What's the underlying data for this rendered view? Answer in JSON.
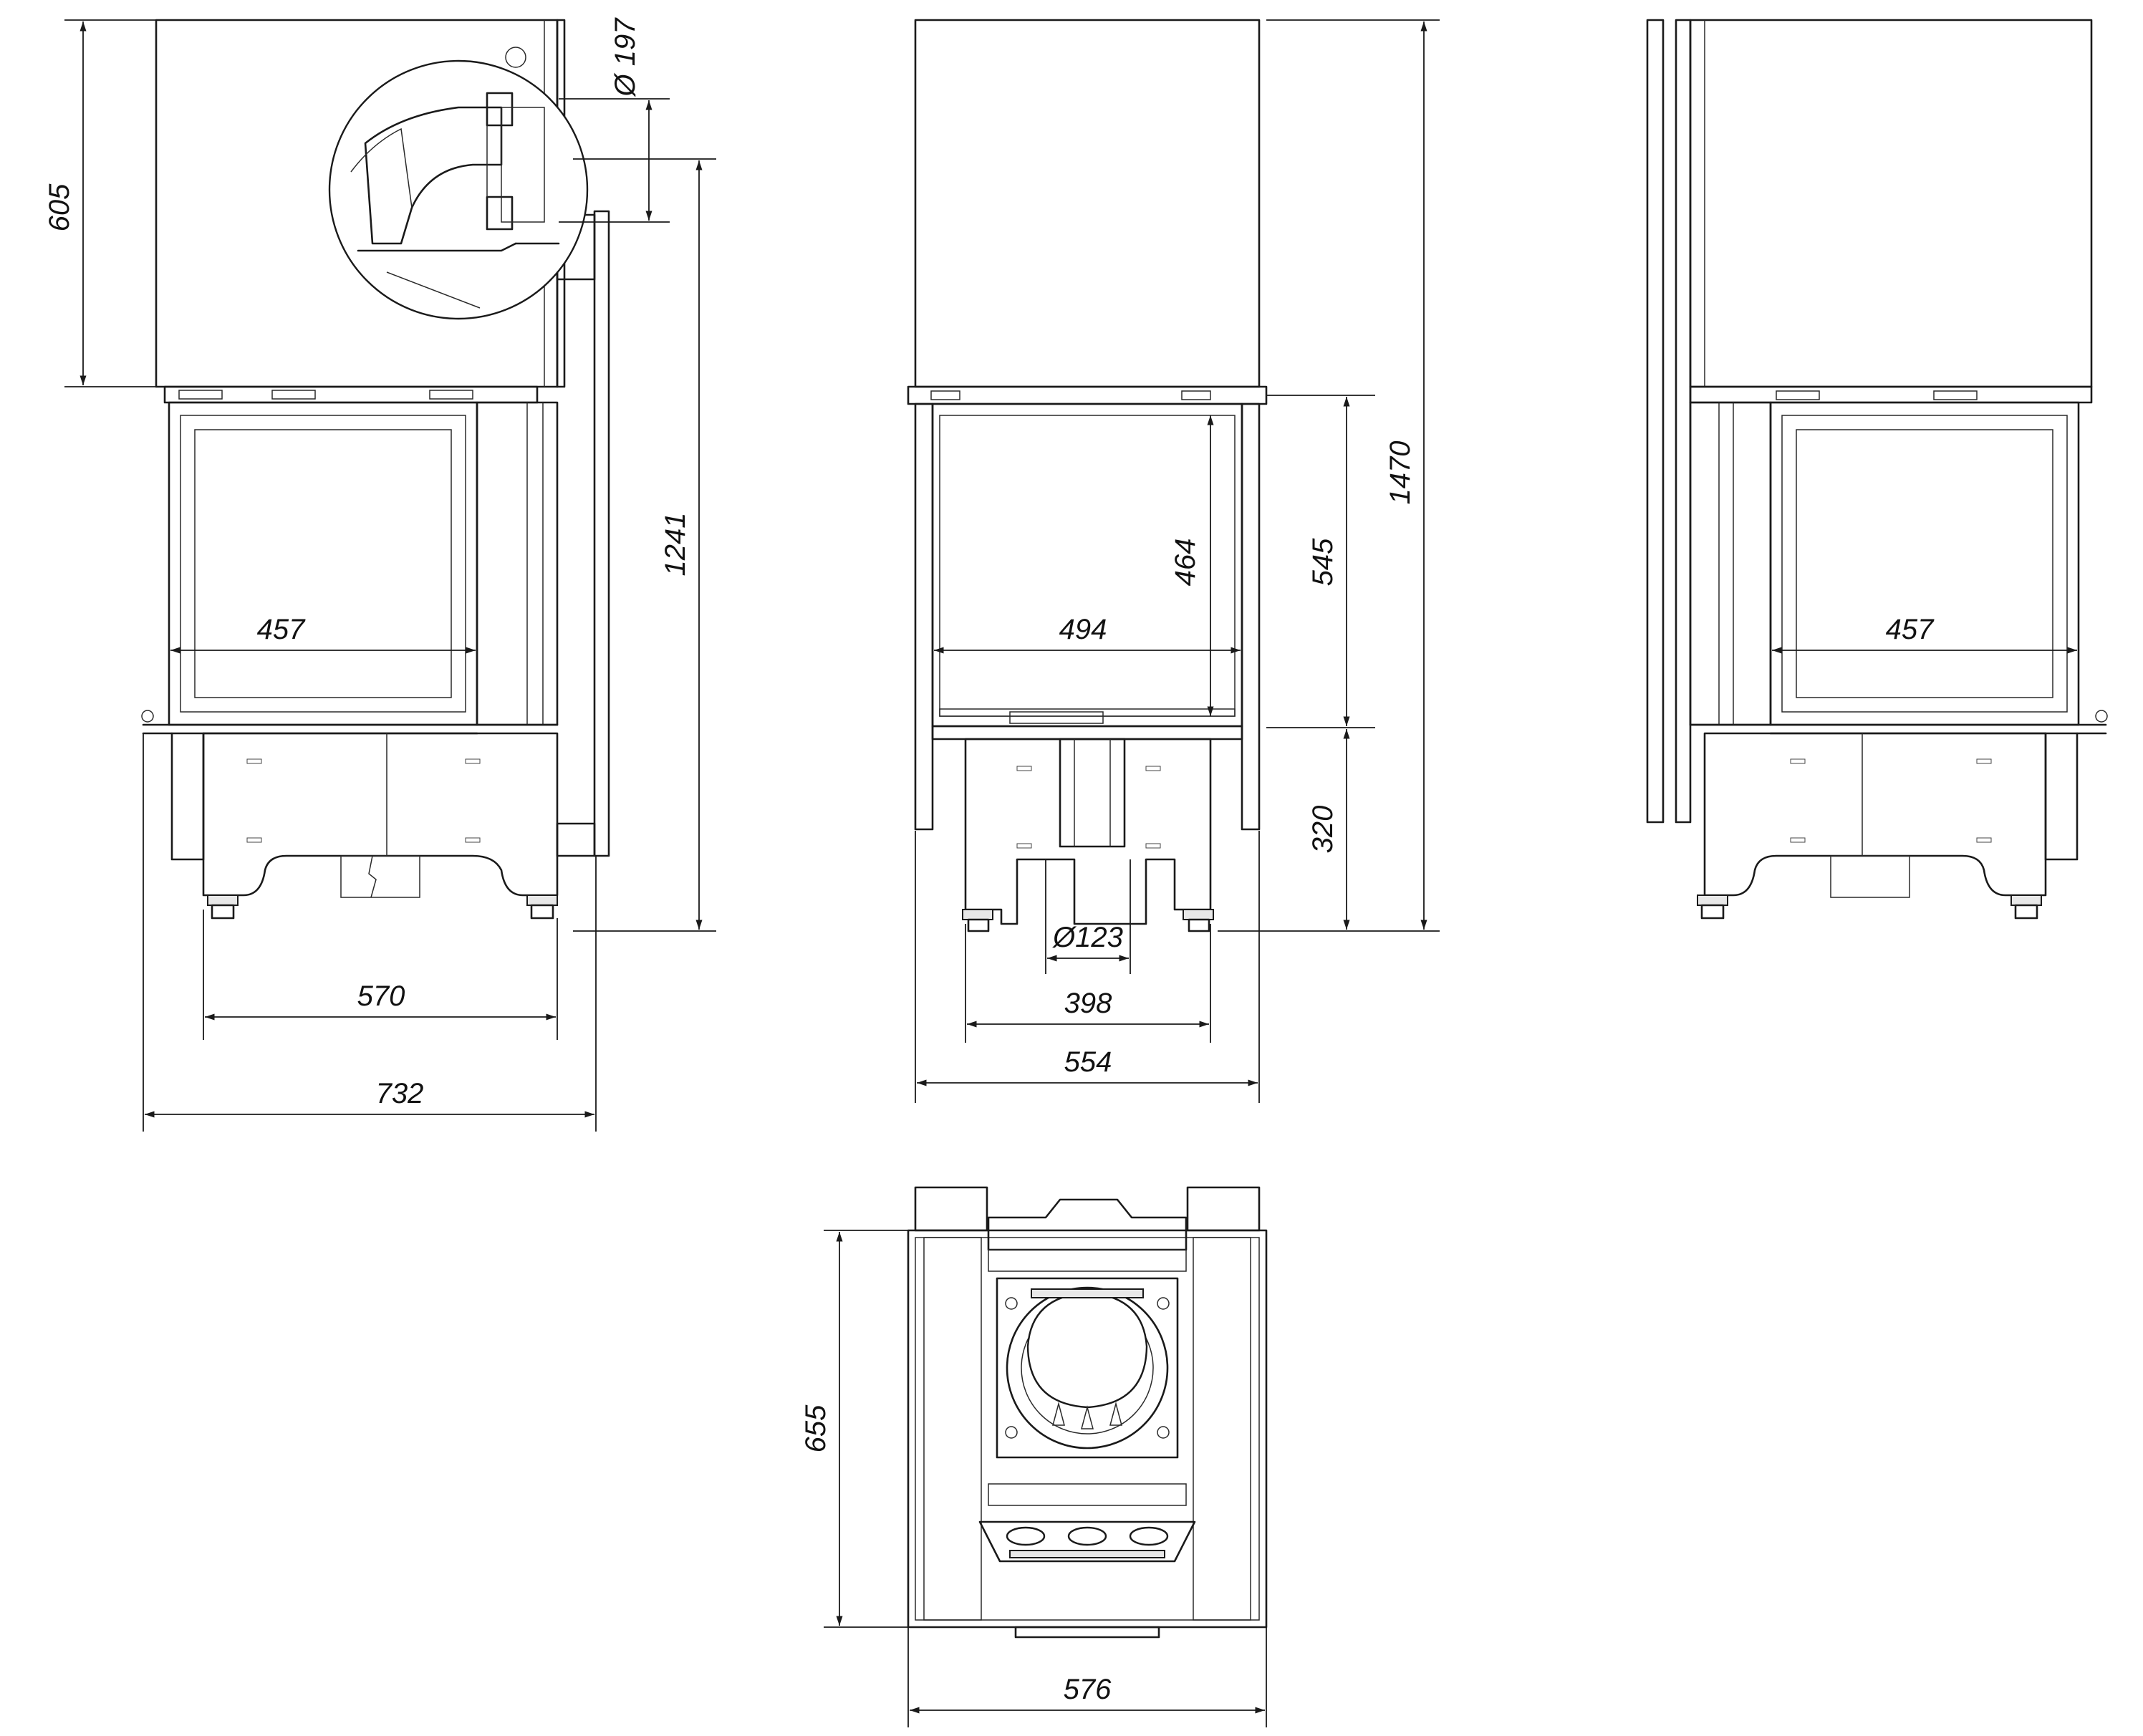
{
  "colors": {
    "line": "#1a1a1a",
    "background": "#ffffff"
  },
  "dimensions": {
    "flue_diameter": "Ø 197",
    "left_top_height": "605",
    "left_total_height": "1241",
    "left_glass_width": "457",
    "left_base_width": "570",
    "left_overall_width": "732",
    "front_glass_height": "464",
    "front_glass_width": "494",
    "front_door_height": "545",
    "front_base_height": "320",
    "front_overall_height": "1470",
    "air_inlet_diameter": "Ø123",
    "front_base_width": "398",
    "front_overall_width": "554",
    "right_glass_width": "457",
    "top_depth": "655",
    "top_width": "576"
  }
}
